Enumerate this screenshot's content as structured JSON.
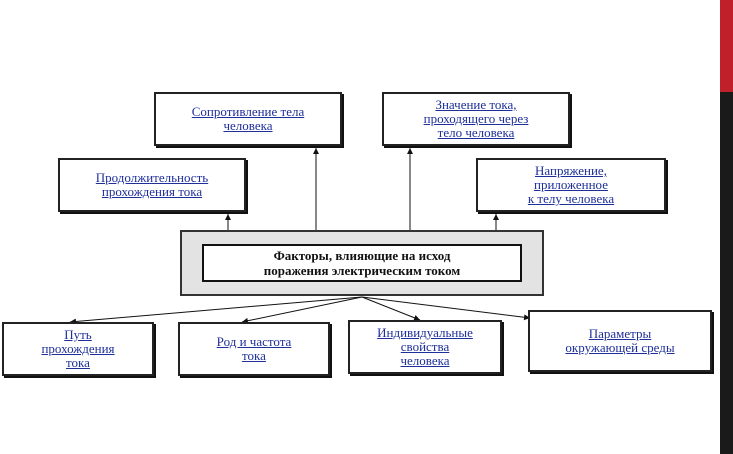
{
  "diagram": {
    "center": "Факторы, влияющие на исход\nпоражения электрическим током",
    "top_nodes": {
      "resistance": "Сопротивление тела\nчеловека",
      "current": "Значение тока,\nпроходящего через\nтело человека",
      "duration": "Продолжительность\nпрохождения тока",
      "voltage": "Напряжение,\nприложенное\nк телу человека"
    },
    "bottom_nodes": {
      "path": "Путь\nпрохождения\nтока",
      "kind": "Род и частота\nтока",
      "individual": "Индивидуальные\nсвойства\nчеловека",
      "environment": "Параметры\nокружающей среды"
    }
  }
}
